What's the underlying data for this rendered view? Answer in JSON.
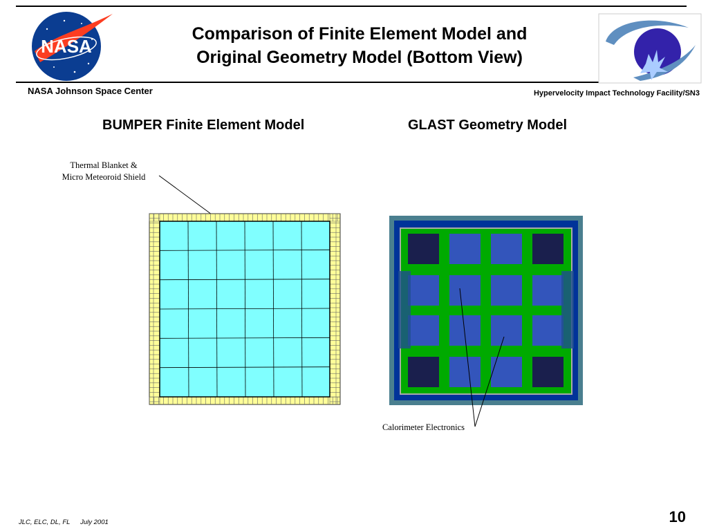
{
  "header": {
    "title_line1": "Comparison of Finite Element Model and",
    "title_line2": "Original Geometry Model (Bottom View)",
    "org_left": "NASA Johnson Space Center",
    "org_right": "Hypervelocity Impact Technology Facility/SN3",
    "logo_left_text": "NASA"
  },
  "columns": {
    "left_heading": "BUMPER Finite Element Model",
    "right_heading": "GLAST Geometry Model"
  },
  "annotations": {
    "thermal_line1": "Thermal Blanket &",
    "thermal_line2": "Micro Meteoroid Shield",
    "calorimeter": "Calorimeter Electronics"
  },
  "footer": {
    "authors": "JLC, ELC, DL, FL",
    "date": "July 2001",
    "page_number": "10"
  },
  "colors": {
    "fem_fill": "#80ffff",
    "fem_border_cells": "#ffff99",
    "glast_outer": "#4a7f8f",
    "glast_frame": "#003399",
    "glast_grid": "#00aa00",
    "glast_cell": "#3355bb",
    "glast_corner_cell": "#1a1f4d",
    "nasa_blue": "#0b3d91",
    "nasa_red": "#fc3d21"
  }
}
